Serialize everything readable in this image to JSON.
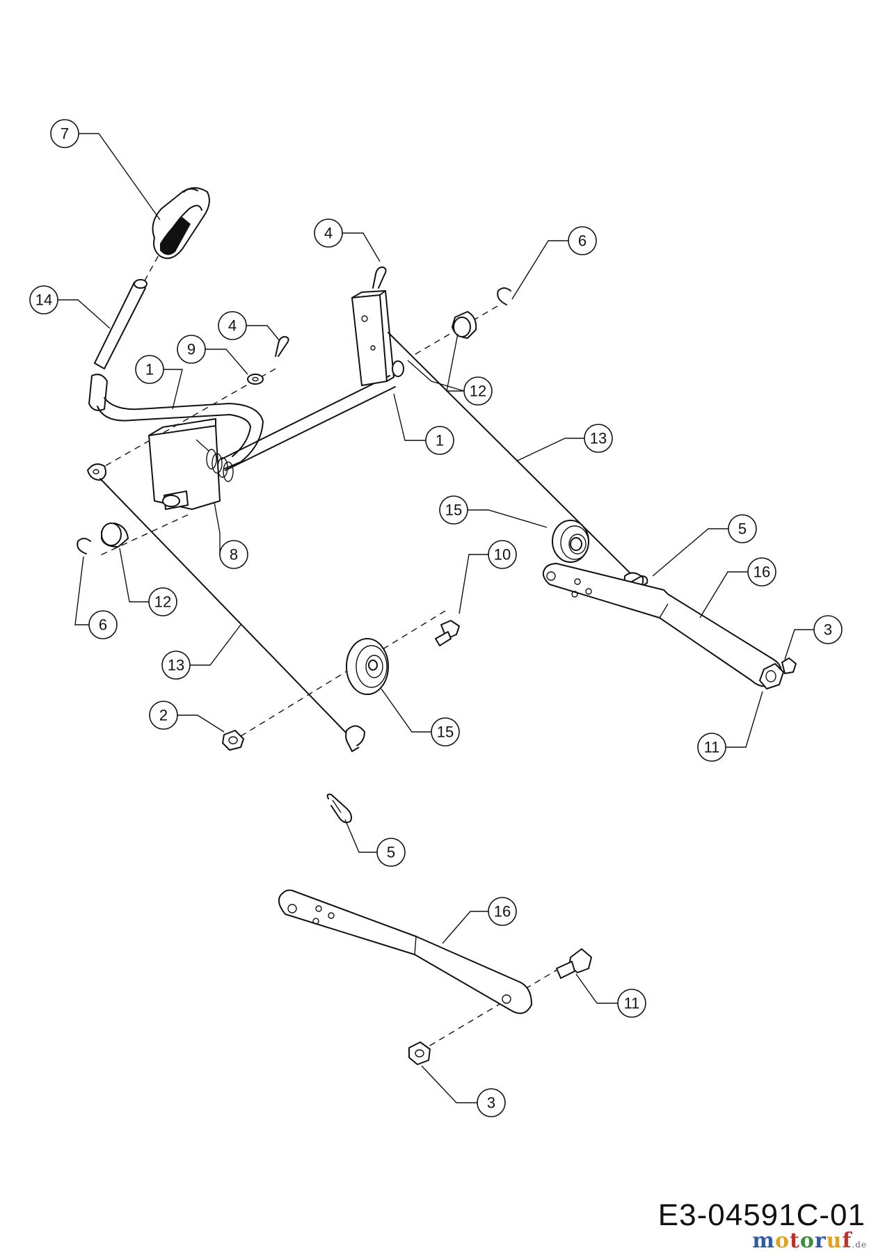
{
  "diagram": {
    "drawing_code": "E3-04591C-01",
    "watermark": {
      "text": "motoruf",
      "tld": ".de",
      "colors": [
        "#2e5aa8",
        "#e0a21a",
        "#c0312b",
        "#3a8f3a",
        "#2e5aa8",
        "#e0a21a",
        "#c0312b"
      ]
    },
    "callouts": [
      {
        "label": "7"
      },
      {
        "label": "14"
      },
      {
        "label": "4"
      },
      {
        "label": "6"
      },
      {
        "label": "4"
      },
      {
        "label": "9"
      },
      {
        "label": "1"
      },
      {
        "label": "12"
      },
      {
        "label": "1"
      },
      {
        "label": "13"
      },
      {
        "label": "15"
      },
      {
        "label": "5"
      },
      {
        "label": "16"
      },
      {
        "label": "8"
      },
      {
        "label": "10"
      },
      {
        "label": "12"
      },
      {
        "label": "6"
      },
      {
        "label": "3"
      },
      {
        "label": "13"
      },
      {
        "label": "11"
      },
      {
        "label": "2"
      },
      {
        "label": "15"
      },
      {
        "label": "5"
      },
      {
        "label": "16"
      },
      {
        "label": "11"
      },
      {
        "label": "3"
      }
    ]
  }
}
